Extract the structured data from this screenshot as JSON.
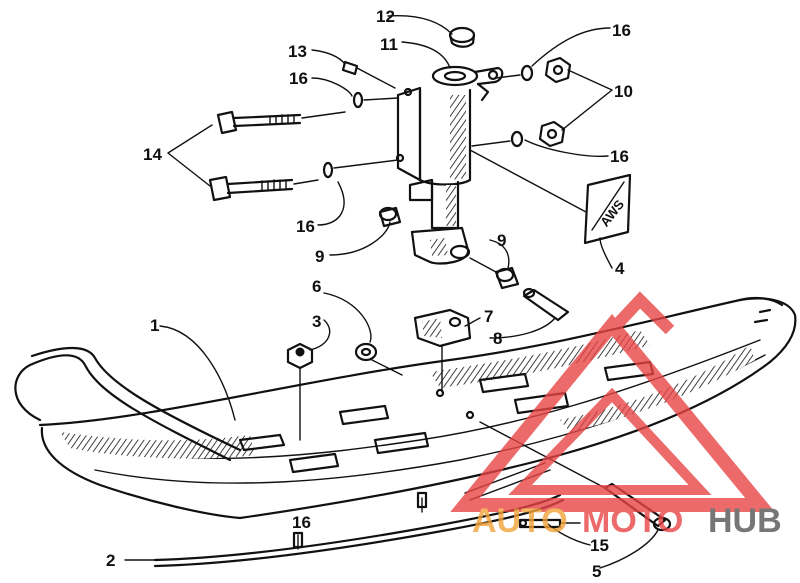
{
  "labels": {
    "l1": "1",
    "l2": "2",
    "l3": "3",
    "l4": "4",
    "l5": "5",
    "l6": "6",
    "l7": "7",
    "l8": "8",
    "l9a": "9",
    "l9b": "9",
    "l10": "10",
    "l11": "11",
    "l12": "12",
    "l13": "13",
    "l14": "14",
    "l15": "15",
    "l16a": "16",
    "l16b": "16",
    "l16c": "16",
    "l16d": "16",
    "l16e": "16"
  },
  "decal_text": "AWS",
  "watermark": {
    "part1": "AUTO",
    "part2": "MOTO",
    "part3": "HUB",
    "color_primary": "#e84545",
    "color_secondary": "#f2a33a",
    "color_dark": "#555555"
  }
}
